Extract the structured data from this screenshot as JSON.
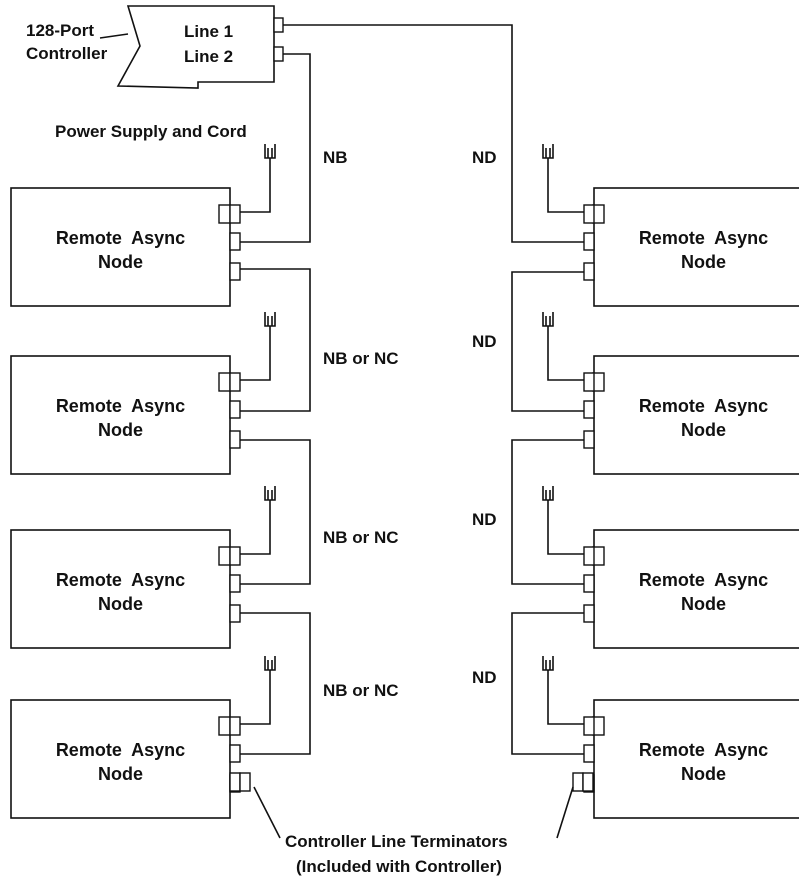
{
  "controller": {
    "label_line1": "128-Port",
    "label_line2": "Controller",
    "port1": "Line 1",
    "port2": "Line 2"
  },
  "power_label": "Power Supply and Cord",
  "node_label_line1": "Remote  Async",
  "node_label_line2": "Node",
  "left_cables": [
    "NB",
    "NB or NC",
    "NB or NC",
    "NB or NC"
  ],
  "right_cables": [
    "ND",
    "ND",
    "ND",
    "ND"
  ],
  "terminators": {
    "line1": "Controller Line Terminators",
    "line2": "(Included with Controller)"
  }
}
